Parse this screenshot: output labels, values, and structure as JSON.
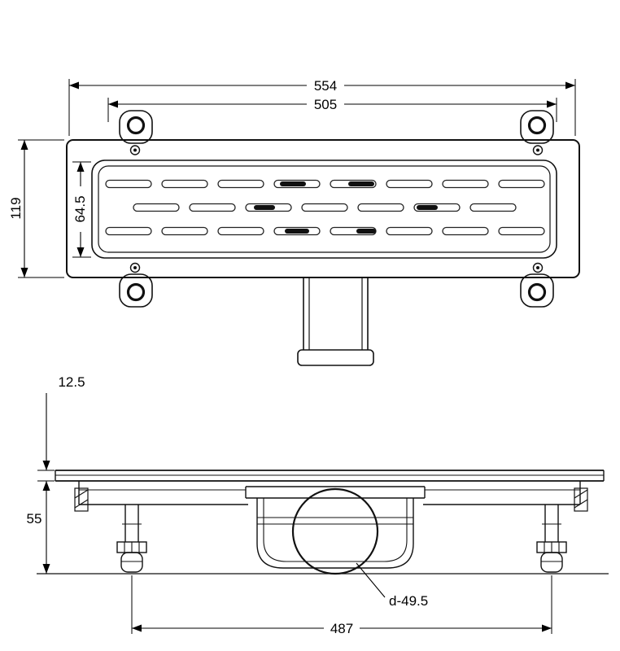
{
  "drawing": {
    "labels": {
      "overall_length": "554",
      "mounting_length": "505",
      "overall_width": "119",
      "grate_width": "64.5",
      "flange_thickness": "12.5",
      "body_depth": "55",
      "foot_spacing": "487",
      "outlet_diameter": "d-49.5"
    }
  }
}
